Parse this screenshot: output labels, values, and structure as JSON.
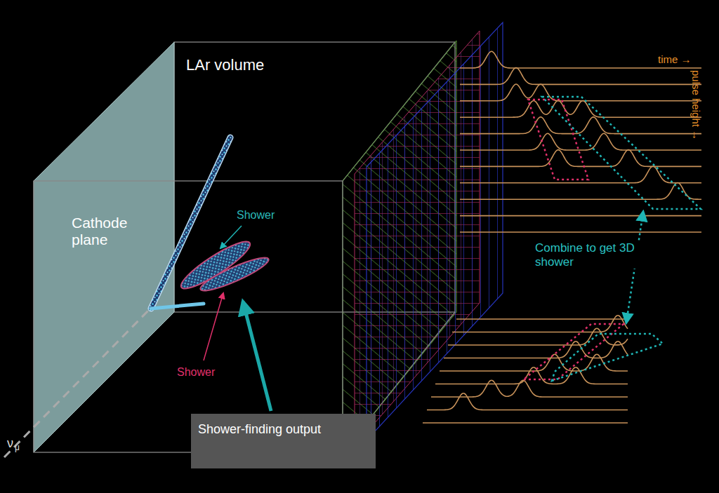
{
  "diagram": {
    "nodes": [
      {
        "text": [
          "Shower-finding output"
        ]
      }
    ],
    "labels": [
      "LAr volume",
      "Cathode plane",
      "Shower",
      "Shower",
      "Combine to get 3D shower",
      "time →",
      "pulse height →",
      "ν",
      "μ"
    ]
  }
}
